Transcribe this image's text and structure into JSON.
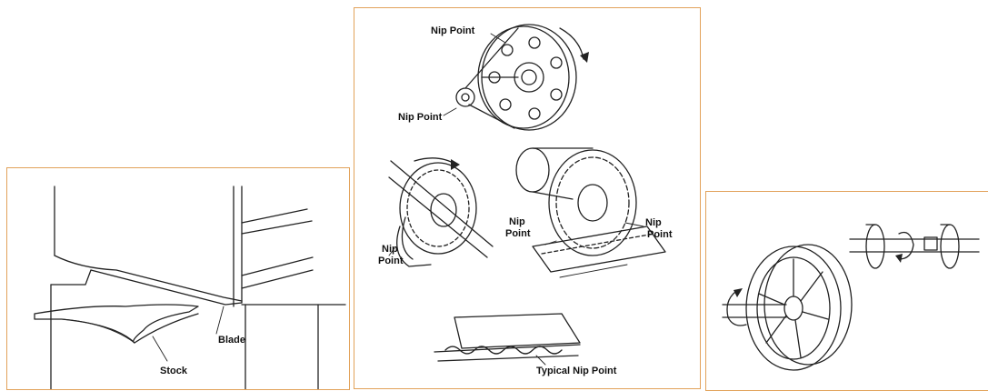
{
  "panels": {
    "shear": {
      "labels": {
        "blade": "Blade",
        "stock": "Stock"
      },
      "icon": "shear-blade-illustration"
    },
    "nip_points": {
      "labels": {
        "belt_top": "Nip Point",
        "belt_bottom": "Nip Point",
        "chain_line1": "Nip",
        "chain_line2": "Point",
        "gear_left_line1": "Nip",
        "gear_left_line2": "Point",
        "gear_right_line1": "Nip",
        "gear_right_line2": "Point",
        "typical": "Typical Nip Point"
      },
      "icons": [
        "belt-pulley-illustration",
        "chain-sprocket-illustration",
        "gear-pair-illustration",
        "conveyor-roller-illustration"
      ]
    },
    "rotating": {
      "icons": [
        "flywheel-illustration",
        "rotating-shaft-illustration",
        "rotation-arrow-icon"
      ]
    }
  },
  "colors": {
    "border": "#e2a25a",
    "ink": "#222222"
  }
}
